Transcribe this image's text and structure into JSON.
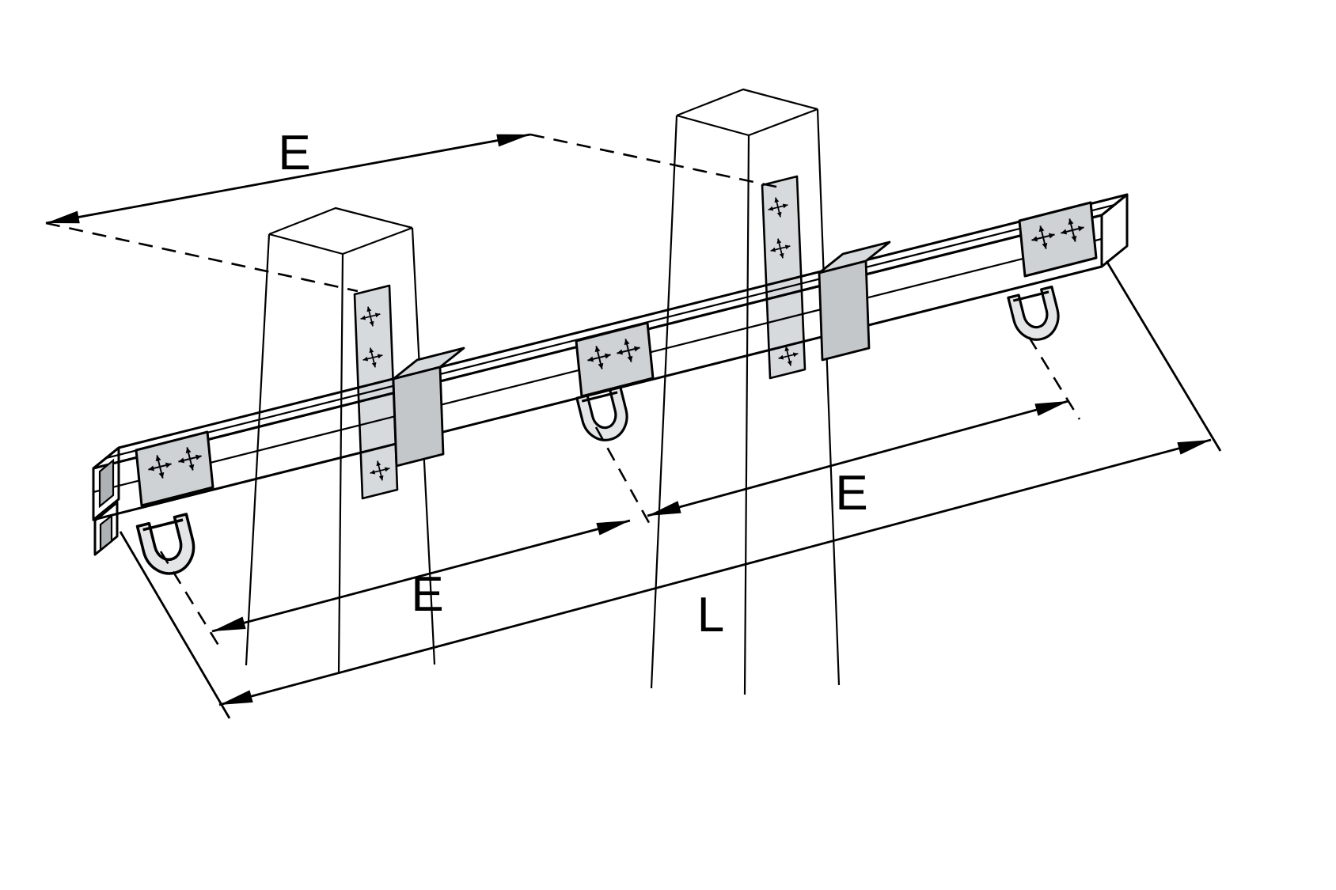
{
  "diagram": {
    "labels": {
      "dim_post_spacing": "E",
      "dim_left_shackle_spacing": "E",
      "dim_right_shackle_spacing": "E",
      "dim_overall_length": "L"
    },
    "colors": {
      "background": "#ffffff",
      "outline": "#000000",
      "beam_front": "#c9cdcf",
      "beam_top": "#d7dbdd",
      "beam_end": "#b4b8ba",
      "bracket": "#ced2d4",
      "shackle": "#e3e5e6",
      "post": "#ffffff"
    }
  }
}
